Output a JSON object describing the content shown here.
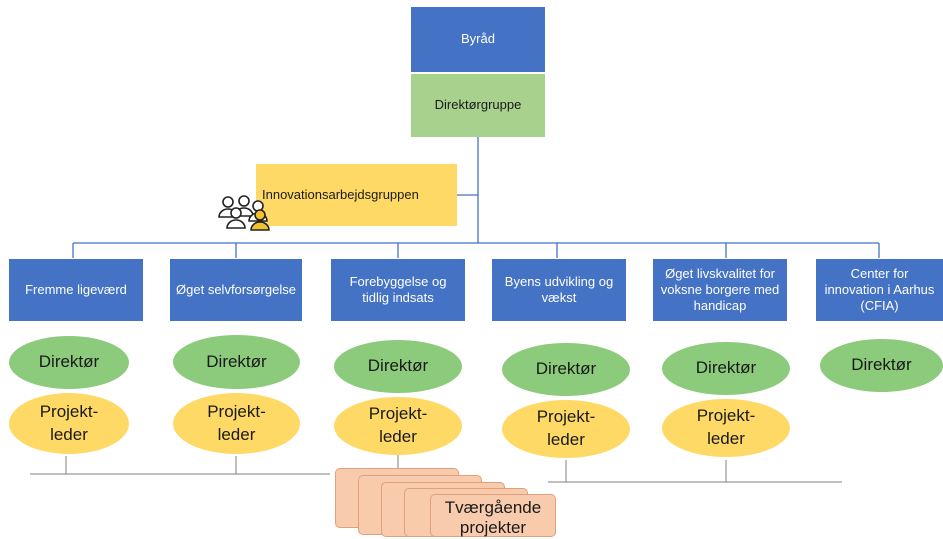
{
  "top": {
    "byrad": "Byråd",
    "direktorgruppe": "Direktørgruppe",
    "innovation": "Innovationsarbejdsgruppen"
  },
  "areas": [
    {
      "title": "Fremme ligeværd",
      "direktor": "Direktør",
      "leder": "Projekt-\nleder"
    },
    {
      "title": "Øget selvforsørgelse",
      "direktor": "Direktør",
      "leder": "Projekt-\nleder"
    },
    {
      "title": "Forebyggelse og tidlig indsats",
      "direktor": "Direktør",
      "leder": "Projekt-\nleder"
    },
    {
      "title": "Byens udvikling og vækst",
      "direktor": "Direktør",
      "leder": "Projekt-\nleder"
    },
    {
      "title": "Øget livskvalitet for voksne borgere med handicap",
      "direktor": "Direktør",
      "leder": "Projekt-\nleder"
    },
    {
      "title": "Center for innovation i Aarhus (CFIA)",
      "direktor": "Direktør"
    }
  ],
  "projects": {
    "label": "Tværgående projekter"
  },
  "colors": {
    "blue": "#4472c4",
    "green": "#a9d18e",
    "yellow": "#ffd966",
    "ellipse_green": "#8ccb7b",
    "peach": "#f8cbad",
    "line": "#4472c4"
  },
  "icons": {
    "team": "people-group-icon"
  }
}
